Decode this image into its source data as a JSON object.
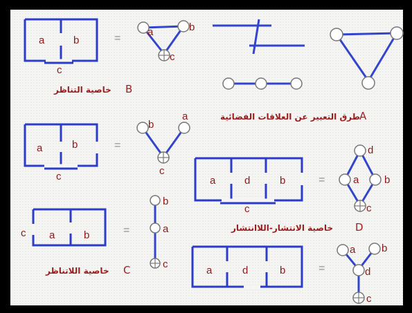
{
  "colors": {
    "wall": "#2c3cc8",
    "label": "#8b1a1a",
    "background": "#f5f5f3"
  },
  "rooms": {
    "a": "a",
    "b": "b",
    "c": "c",
    "d": "d"
  },
  "equals": "=",
  "sections": {
    "A": {
      "letter": "A",
      "caption": "طرق التعبير عن العلاقات الفضائية"
    },
    "B": {
      "letter": "B",
      "caption": "خاصية التناظر"
    },
    "C": {
      "letter": "C",
      "caption": "خاصية اللاتناظر"
    },
    "D": {
      "letter": "D",
      "caption": "خاصية الانتشار-اللاانتشار"
    }
  }
}
